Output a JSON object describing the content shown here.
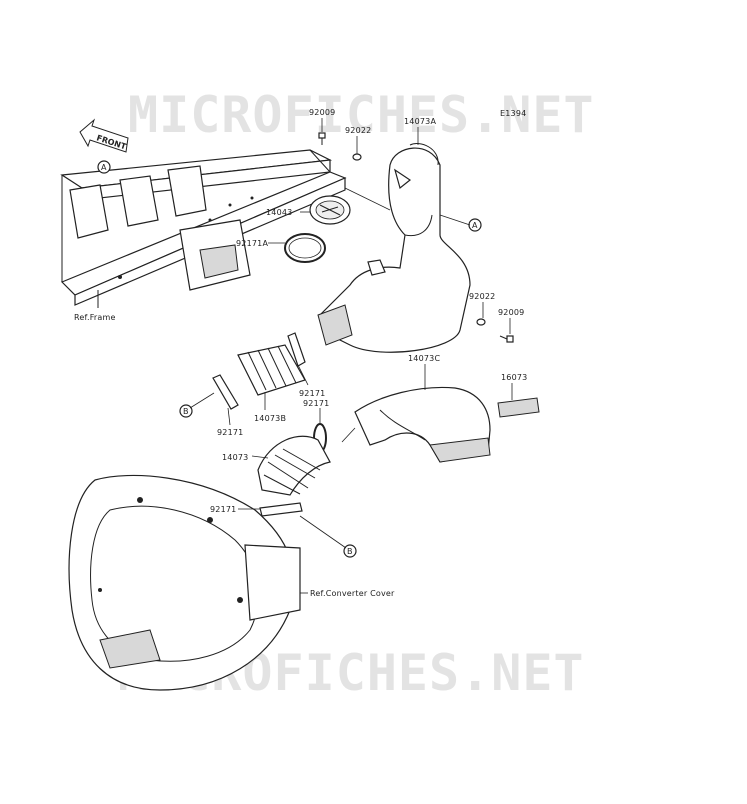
{
  "diagram": {
    "code": "E1394",
    "watermark_top": "MICROFICHES.NET",
    "watermark_bottom": "MICROFICHES.NET",
    "front_label": "FRONT",
    "ref_frame": "Ref.Frame",
    "ref_converter": "Ref.Converter Cover",
    "callouts": {
      "a1": "A",
      "a2": "A",
      "b1": "B",
      "b2": "B"
    },
    "parts": {
      "p92009_top": "92009",
      "p92022_top": "92022",
      "p14073A": "14073A",
      "p14043": "14043",
      "p92171A": "92171A",
      "p92022_right": "92022",
      "p92009_right": "92009",
      "p14073C": "14073C",
      "p16073": "16073",
      "p92171_a": "92171",
      "p92171_b": "92171",
      "p92171_c": "92171",
      "p14073B": "14073B",
      "p14073": "14073",
      "p92171_d": "92171"
    }
  }
}
